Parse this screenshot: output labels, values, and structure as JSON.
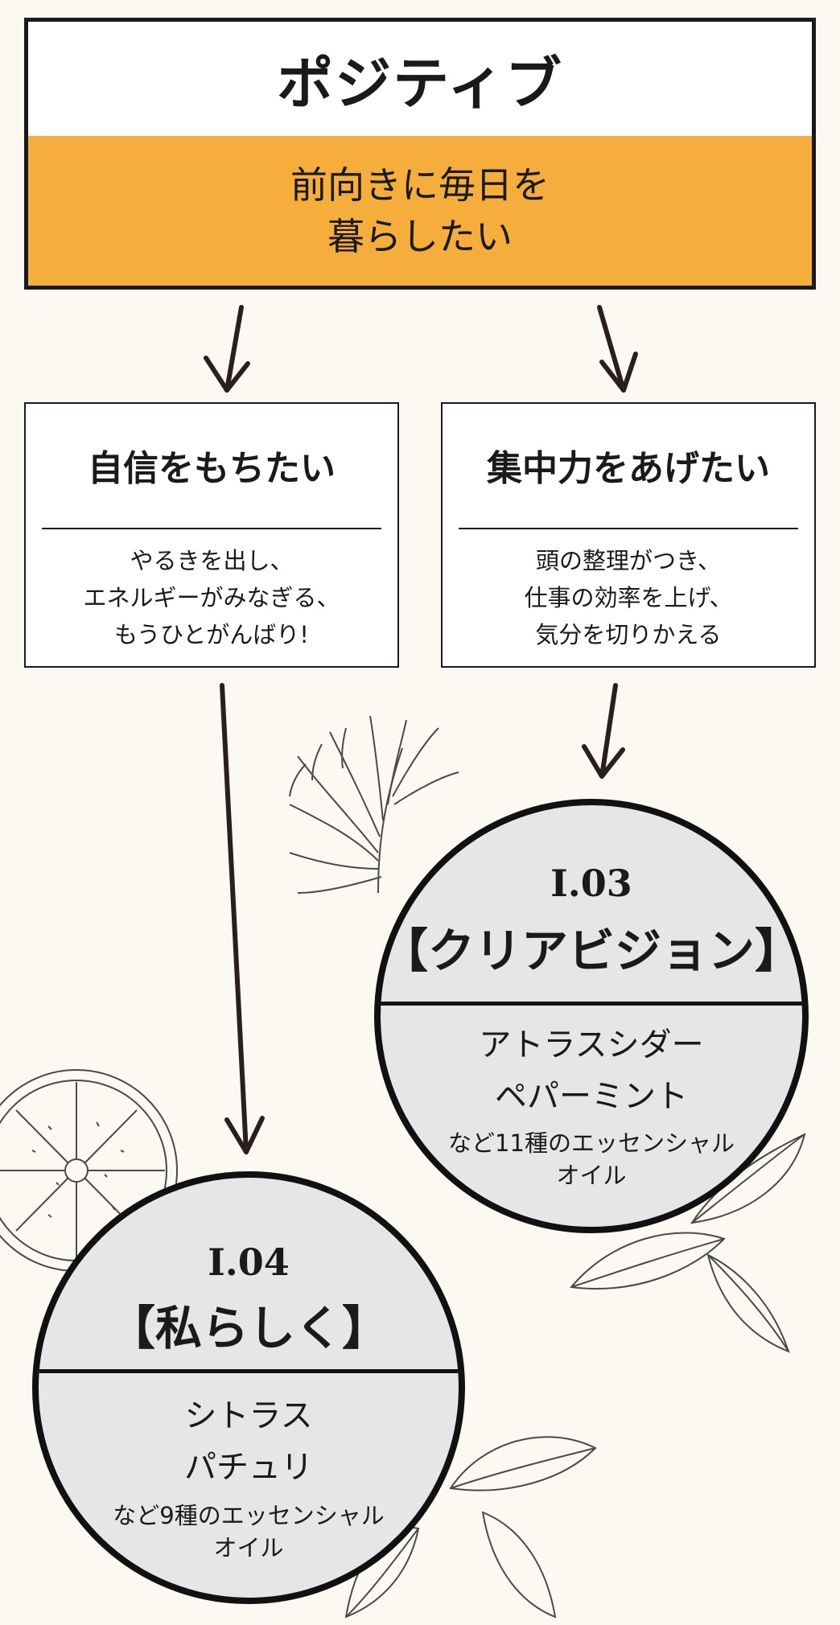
{
  "header": {
    "title": "ポジティブ",
    "subtitle_line1": "前向きに毎日を",
    "subtitle_line2": "暮らしたい",
    "accent_color": "#f5ad3b"
  },
  "boxes": [
    {
      "title": "自信をもちたい",
      "desc_line1": "やるきを出し、",
      "desc_line2": "エネルギーがみなぎる、",
      "desc_line3": "もうひとがんばり!"
    },
    {
      "title": "集中力をあげたい",
      "desc_line1": "頭の整理がつき、",
      "desc_line2": "仕事の効率を上げ、",
      "desc_line3": "気分を切りかえる"
    }
  ],
  "products": [
    {
      "code": "I.03",
      "name": "【クリアビジョン】",
      "ingredient1": "アトラスシダー",
      "ingredient2": "ペパーミント",
      "note_line1": "など11種のエッセンシャル",
      "note_line2": "オイル"
    },
    {
      "code": "I.04",
      "name": "【私らしく】",
      "ingredient1": "シトラス",
      "ingredient2": "パチュリ",
      "note_line1": "など9種のエッセンシャル",
      "note_line2": "オイル"
    }
  ],
  "icons": [
    "arrow-down-icon",
    "fern-illustration",
    "citrus-slice-illustration",
    "mint-leaf-illustration"
  ]
}
